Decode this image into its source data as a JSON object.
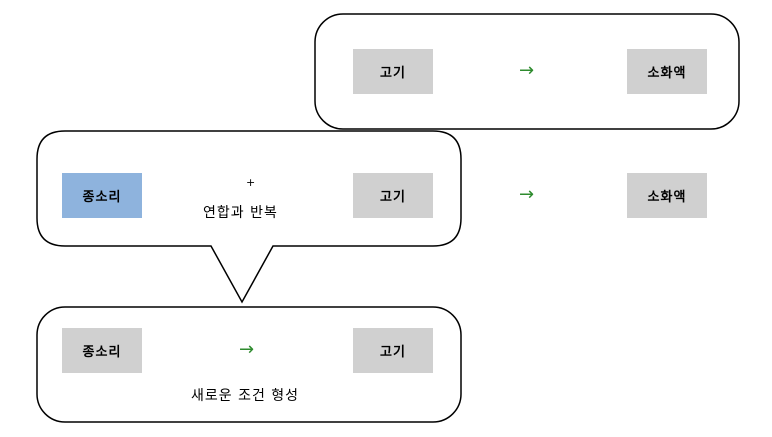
{
  "colors": {
    "box_gray": "#d0d0d0",
    "box_blue": "#8eb3dd",
    "arrow_green": "#2e8b2e",
    "frame_stroke": "#000000"
  },
  "top": {
    "left_box": "고기",
    "arrow": "→",
    "right_box": "소화액"
  },
  "middle": {
    "left_box": "종소리",
    "plus": "+",
    "center_label": "연합과 반복",
    "center_box": "고기",
    "arrow": "→",
    "right_box": "소화액"
  },
  "bottom": {
    "left_box": "종소리",
    "arrow": "→",
    "right_box": "고기",
    "label": "새로운 조건 형성"
  }
}
